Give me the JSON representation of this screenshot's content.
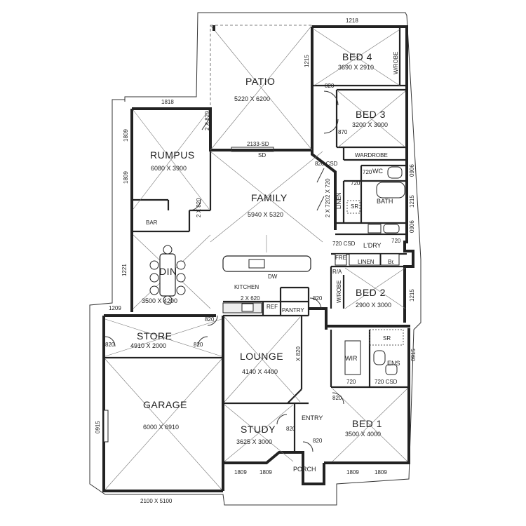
{
  "rooms": {
    "patio": {
      "name": "PATIO",
      "size": "5220 X 6200"
    },
    "bed4": {
      "name": "BED 4",
      "size": "3690 X 2910"
    },
    "bed3": {
      "name": "BED 3",
      "size": "3200 X 3000"
    },
    "rumpus": {
      "name": "RUMPUS",
      "size": "6080 X 3900"
    },
    "family": {
      "name": "FAMILY",
      "size": "5940 X 5320"
    },
    "din": {
      "name": "DIN",
      "size": "3500 X 4200"
    },
    "kitchen": {
      "name": "KITCHEN"
    },
    "bed2": {
      "name": "BED 2",
      "size": "2900 X 3000"
    },
    "store": {
      "name": "STORE",
      "size": "4910 X 2000"
    },
    "lounge": {
      "name": "LOUNGE",
      "size": "4140 X 4400"
    },
    "garage": {
      "name": "GARAGE",
      "size": "6000 X 6910"
    },
    "study": {
      "name": "STUDY",
      "size": "3625 X 3000"
    },
    "bed1": {
      "name": "BED 1",
      "size": "3500 X 4000"
    },
    "entry": {
      "name": "ENTRY"
    },
    "porch": {
      "name": "PORCH"
    },
    "wc": {
      "name": "WC"
    },
    "bath": {
      "name": "BATH"
    },
    "ldry": {
      "name": "L'DRY"
    },
    "ens": {
      "name": "ENS"
    },
    "wir": {
      "name": "WIR"
    },
    "bar": {
      "name": "BAR"
    },
    "pantry": {
      "name": "PANTRY"
    }
  },
  "fixtures": {
    "wardrobe": "WARDROBE",
    "wrobe_bed4": "W/ROBE",
    "wrobe_bed2": "W/ROBE",
    "linen_hall": "LINEN",
    "linen_laundry": "LINEN",
    "br": "Br.",
    "ref": "REF",
    "sr_bath": "SR",
    "sr_ens": "SR",
    "fre": "FRE",
    "dw": "DW",
    "ra": "R/A"
  },
  "dimensions": {
    "top_1218": "1218",
    "top_1818": "1818",
    "left_1809a": "1809",
    "left_1809b": "1809",
    "left_1221": "1221",
    "left_1209": "1209",
    "left_0915": "0915",
    "patio_1215": "1215",
    "right_0906a": "0906",
    "right_1215a": "1215",
    "right_0906b": "0906",
    "right_1215b": "1215",
    "right_0915": "0915",
    "sd_2133": "2133-SD",
    "sd_label": "SD",
    "bottom_1809a": "1809",
    "bottom_1809b": "1809",
    "bottom_1809c": "1809",
    "bottom_1809d": "1809",
    "garage_door": "2100 X 5100"
  },
  "doors": {
    "d820": "820",
    "d720": "720",
    "d870": "870",
    "d820csd": "820 CSD",
    "d720csd": "720 CSD",
    "d2x820": "2 X 820",
    "d2x720": "2 X 720",
    "dx820": "X 820",
    "d2x620": "2 X 620",
    "d2x920": "2 X 920"
  }
}
